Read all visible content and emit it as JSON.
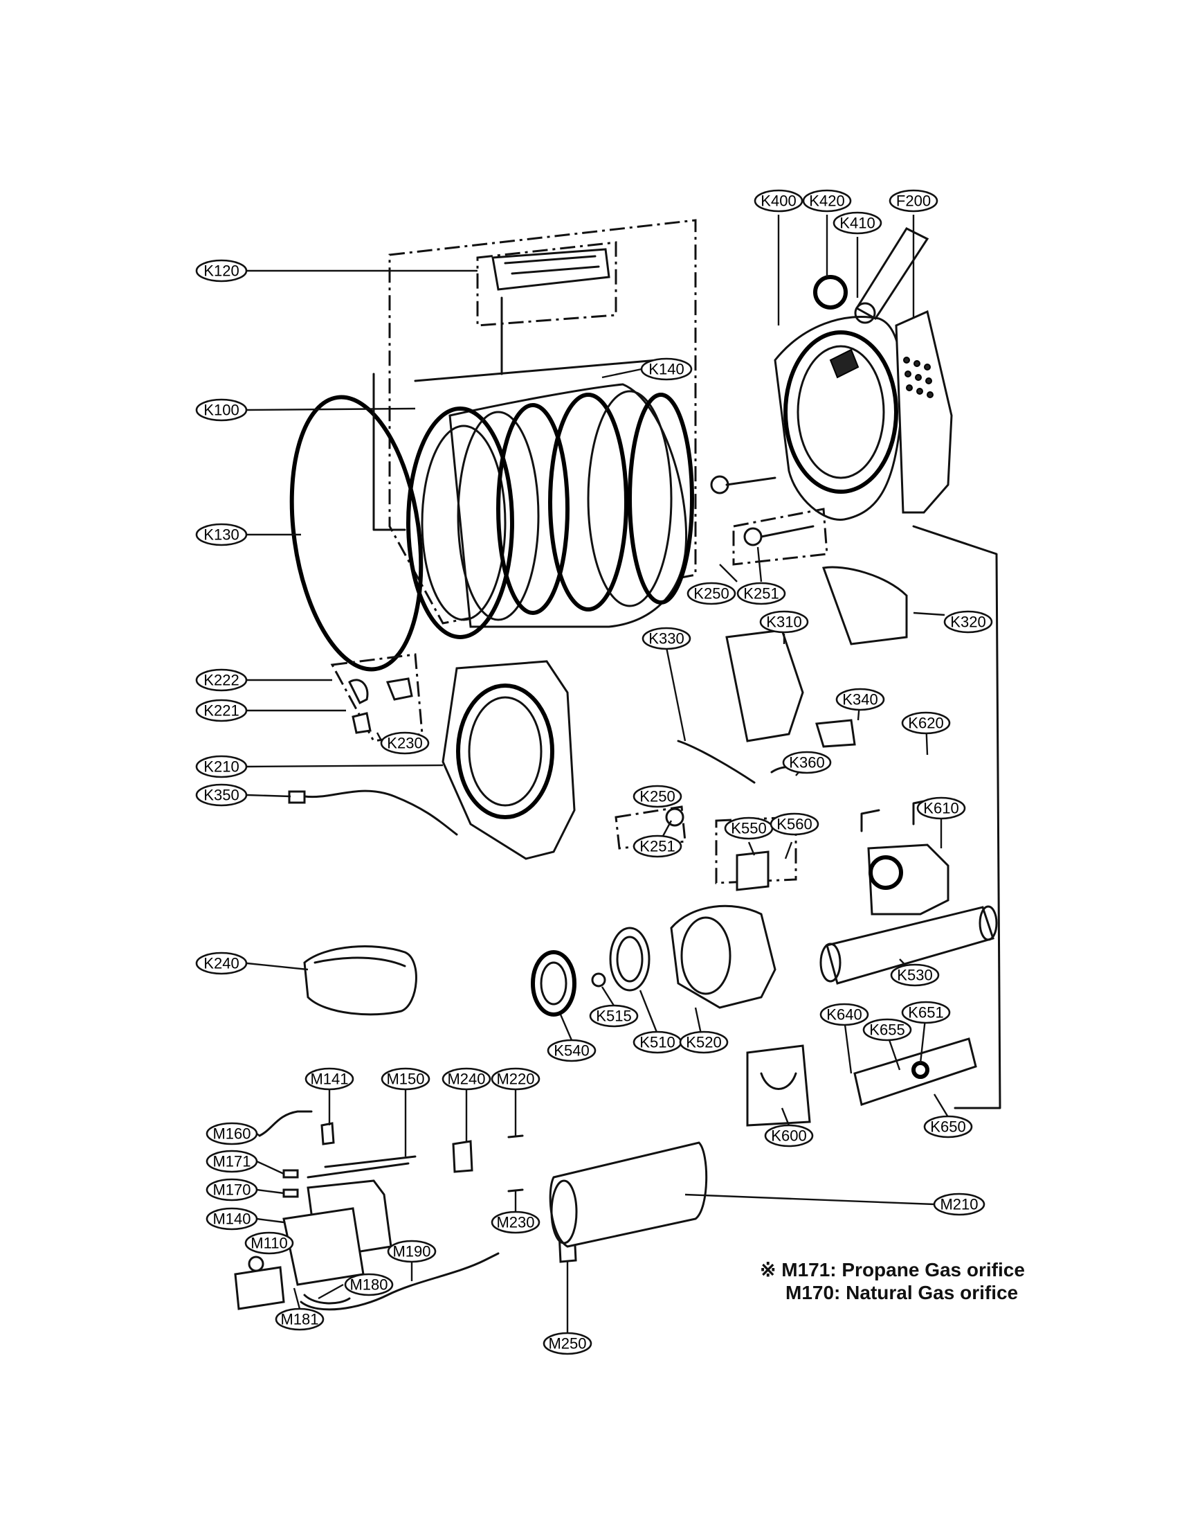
{
  "labels": {
    "K120": "K120",
    "K100": "K100",
    "K130": "K130",
    "K140": "K140",
    "K400": "K400",
    "K420": "K420",
    "K410": "K410",
    "F200": "F200",
    "K250a": "K250",
    "K251a": "K251",
    "K320": "K320",
    "K310": "K310",
    "K330": "K330",
    "K222": "K222",
    "K221": "K221",
    "K230": "K230",
    "K210": "K210",
    "K350": "K350",
    "K340": "K340",
    "K620": "K620",
    "K360": "K360",
    "K250b": "K250",
    "K251b": "K251",
    "K550": "K550",
    "K560": "K560",
    "K610": "K610",
    "K240": "K240",
    "K530": "K530",
    "K515": "K515",
    "K540": "K540",
    "K510": "K510",
    "K520": "K520",
    "K640": "K640",
    "K655": "K655",
    "K651": "K651",
    "K650": "K650",
    "K600": "K600",
    "M141": "M141",
    "M150": "M150",
    "M240": "M240",
    "M220": "M220",
    "M160": "M160",
    "M171": "M171",
    "M170": "M170",
    "M140": "M140",
    "M110": "M110",
    "M190": "M190",
    "M210": "M210",
    "M230": "M230",
    "M180": "M180",
    "M181": "M181",
    "M250": "M250"
  },
  "notes": {
    "line1": "※ M171: Propane Gas orifice",
    "line2": "M170: Natural Gas orifice"
  }
}
